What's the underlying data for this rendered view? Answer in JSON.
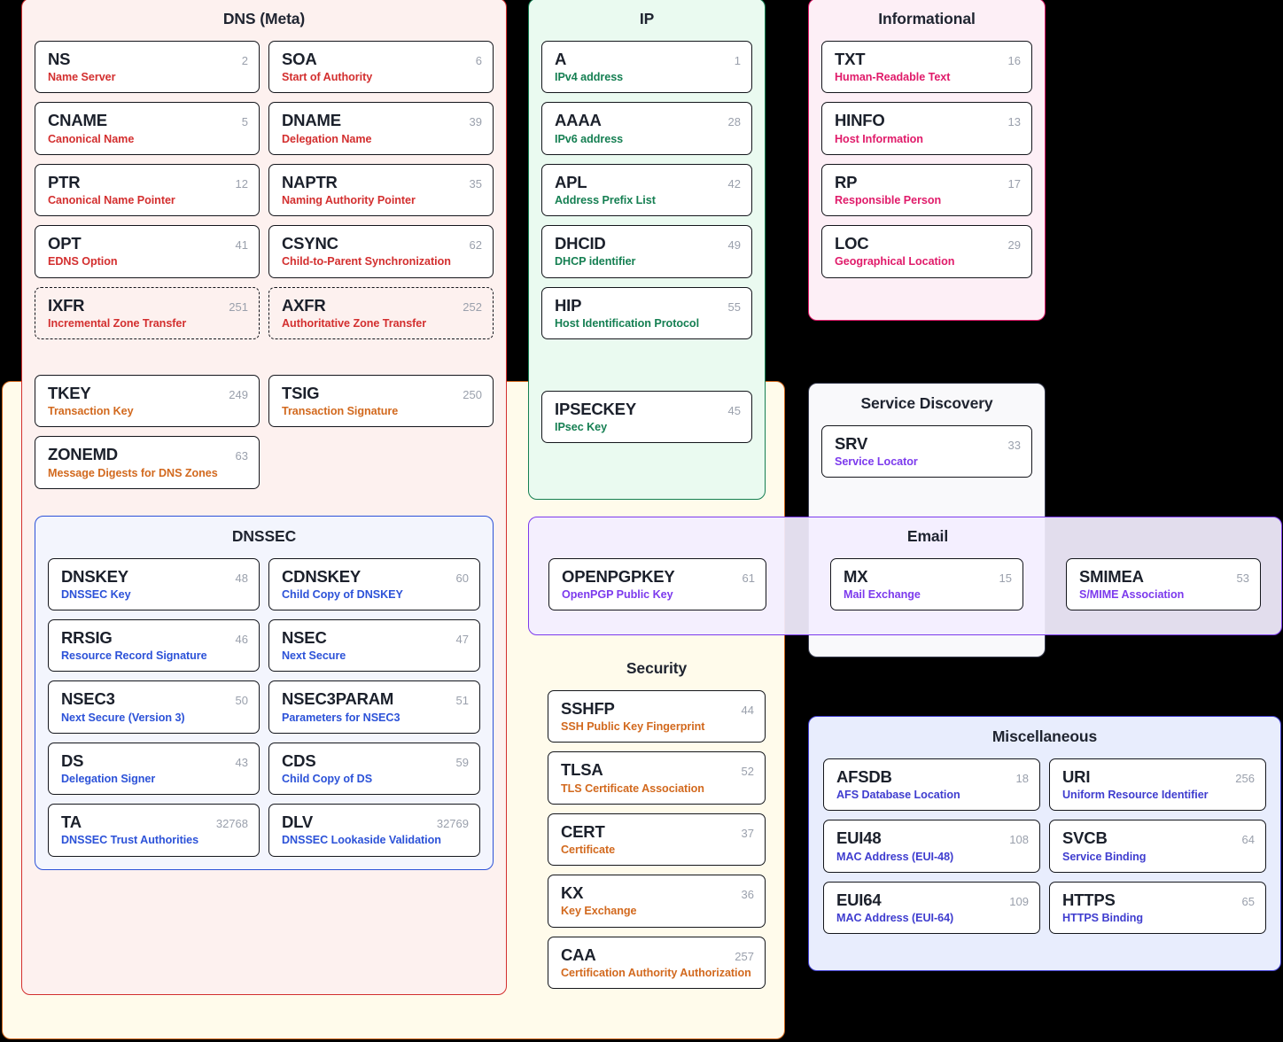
{
  "colors": {
    "dns_meta_accent": "#d32f2f",
    "ip_accent": "#157f52",
    "informational_accent": "#e01b6a",
    "transactions_accent": "#d2691e",
    "dnssec_accent": "#2c52d8",
    "security_accent": "#d2691e",
    "service_discovery_accent": "#7c3aed",
    "email_accent": "#7c3aed",
    "misc_accent": "#3f3dcf",
    "number_color": "#9aa0ac",
    "abbr_color": "#1b202b",
    "page_background": "#000000"
  },
  "groups": {
    "dns_meta": {
      "title": "DNS (Meta)",
      "primary": [
        {
          "abbr": "NS",
          "num": "2",
          "desc": "Name Server",
          "dashed": false
        },
        {
          "abbr": "SOA",
          "num": "6",
          "desc": "Start of Authority",
          "dashed": false
        },
        {
          "abbr": "CNAME",
          "num": "5",
          "desc": "Canonical Name",
          "dashed": false
        },
        {
          "abbr": "DNAME",
          "num": "39",
          "desc": "Delegation Name",
          "dashed": false
        },
        {
          "abbr": "PTR",
          "num": "12",
          "desc": "Canonical Name Pointer",
          "dashed": false
        },
        {
          "abbr": "NAPTR",
          "num": "35",
          "desc": "Naming Authority Pointer",
          "dashed": false
        },
        {
          "abbr": "OPT",
          "num": "41",
          "desc": "EDNS Option",
          "dashed": false
        },
        {
          "abbr": "CSYNC",
          "num": "62",
          "desc": "Child-to-Parent Synchronization",
          "dashed": false
        },
        {
          "abbr": "IXFR",
          "num": "251",
          "desc": "Incremental Zone Transfer",
          "dashed": true
        },
        {
          "abbr": "AXFR",
          "num": "252",
          "desc": "Authoritative Zone Transfer",
          "dashed": true
        }
      ],
      "transactions": [
        {
          "abbr": "TKEY",
          "num": "249",
          "desc": "Transaction Key"
        },
        {
          "abbr": "TSIG",
          "num": "250",
          "desc": "Transaction Signature"
        },
        {
          "abbr": "ZONEMD",
          "num": "63",
          "desc": "Message Digests for DNS Zones"
        }
      ]
    },
    "dnssec": {
      "title": "DNSSEC",
      "cards": [
        {
          "abbr": "DNSKEY",
          "num": "48",
          "desc": "DNSSEC Key"
        },
        {
          "abbr": "CDNSKEY",
          "num": "60",
          "desc": "Child Copy of DNSKEY"
        },
        {
          "abbr": "RRSIG",
          "num": "46",
          "desc": "Resource Record Signature"
        },
        {
          "abbr": "NSEC",
          "num": "47",
          "desc": "Next Secure"
        },
        {
          "abbr": "NSEC3",
          "num": "50",
          "desc": "Next Secure (Version 3)"
        },
        {
          "abbr": "NSEC3PARAM",
          "num": "51",
          "desc": "Parameters for NSEC3"
        },
        {
          "abbr": "DS",
          "num": "43",
          "desc": "Delegation Signer"
        },
        {
          "abbr": "CDS",
          "num": "59",
          "desc": "Child Copy of DS"
        },
        {
          "abbr": "TA",
          "num": "32768",
          "desc": "DNSSEC Trust Authorities"
        },
        {
          "abbr": "DLV",
          "num": "32769",
          "desc": "DNSSEC Lookaside Validation"
        }
      ]
    },
    "ip": {
      "title": "IP",
      "cards": [
        {
          "abbr": "A",
          "num": "1",
          "desc": "IPv4 address"
        },
        {
          "abbr": "AAAA",
          "num": "28",
          "desc": "IPv6 address"
        },
        {
          "abbr": "APL",
          "num": "42",
          "desc": "Address Prefix List"
        },
        {
          "abbr": "DHCID",
          "num": "49",
          "desc": "DHCP identifier"
        },
        {
          "abbr": "HIP",
          "num": "55",
          "desc": "Host Identification Protocol"
        }
      ],
      "extra": [
        {
          "abbr": "IPSECKEY",
          "num": "45",
          "desc": "IPsec Key"
        }
      ]
    },
    "informational": {
      "title": "Informational",
      "cards": [
        {
          "abbr": "TXT",
          "num": "16",
          "desc": "Human-Readable Text"
        },
        {
          "abbr": "HINFO",
          "num": "13",
          "desc": "Host Information"
        },
        {
          "abbr": "RP",
          "num": "17",
          "desc": "Responsible Person"
        },
        {
          "abbr": "LOC",
          "num": "29",
          "desc": "Geographical Location"
        }
      ]
    },
    "service_discovery": {
      "title": "Service Discovery",
      "cards": [
        {
          "abbr": "SRV",
          "num": "33",
          "desc": "Service Locator"
        }
      ]
    },
    "email": {
      "title": "Email",
      "left": {
        "abbr": "OPENPGPKEY",
        "num": "61",
        "desc": "OpenPGP Public Key"
      },
      "mx": {
        "abbr": "MX",
        "num": "15",
        "desc": "Mail Exchange"
      },
      "right": {
        "abbr": "SMIMEA",
        "num": "53",
        "desc": "S/MIME Association"
      }
    },
    "security": {
      "title": "Security",
      "cards": [
        {
          "abbr": "SSHFP",
          "num": "44",
          "desc": "SSH Public Key Fingerprint"
        },
        {
          "abbr": "TLSA",
          "num": "52",
          "desc": "TLS Certificate Association"
        },
        {
          "abbr": "CERT",
          "num": "37",
          "desc": "Certificate"
        },
        {
          "abbr": "KX",
          "num": "36",
          "desc": "Key Exchange"
        },
        {
          "abbr": "CAA",
          "num": "257",
          "desc": "Certification Authority Authorization"
        }
      ]
    },
    "miscellaneous": {
      "title": "Miscellaneous",
      "cards": [
        {
          "abbr": "AFSDB",
          "num": "18",
          "desc": "AFS Database Location"
        },
        {
          "abbr": "URI",
          "num": "256",
          "desc": "Uniform Resource Identifier"
        },
        {
          "abbr": "EUI48",
          "num": "108",
          "desc": "MAC Address (EUI-48)"
        },
        {
          "abbr": "SVCB",
          "num": "64",
          "desc": "Service Binding"
        },
        {
          "abbr": "EUI64",
          "num": "109",
          "desc": "MAC Address (EUI-64)"
        },
        {
          "abbr": "HTTPS",
          "num": "65",
          "desc": "HTTPS Binding"
        }
      ]
    }
  }
}
